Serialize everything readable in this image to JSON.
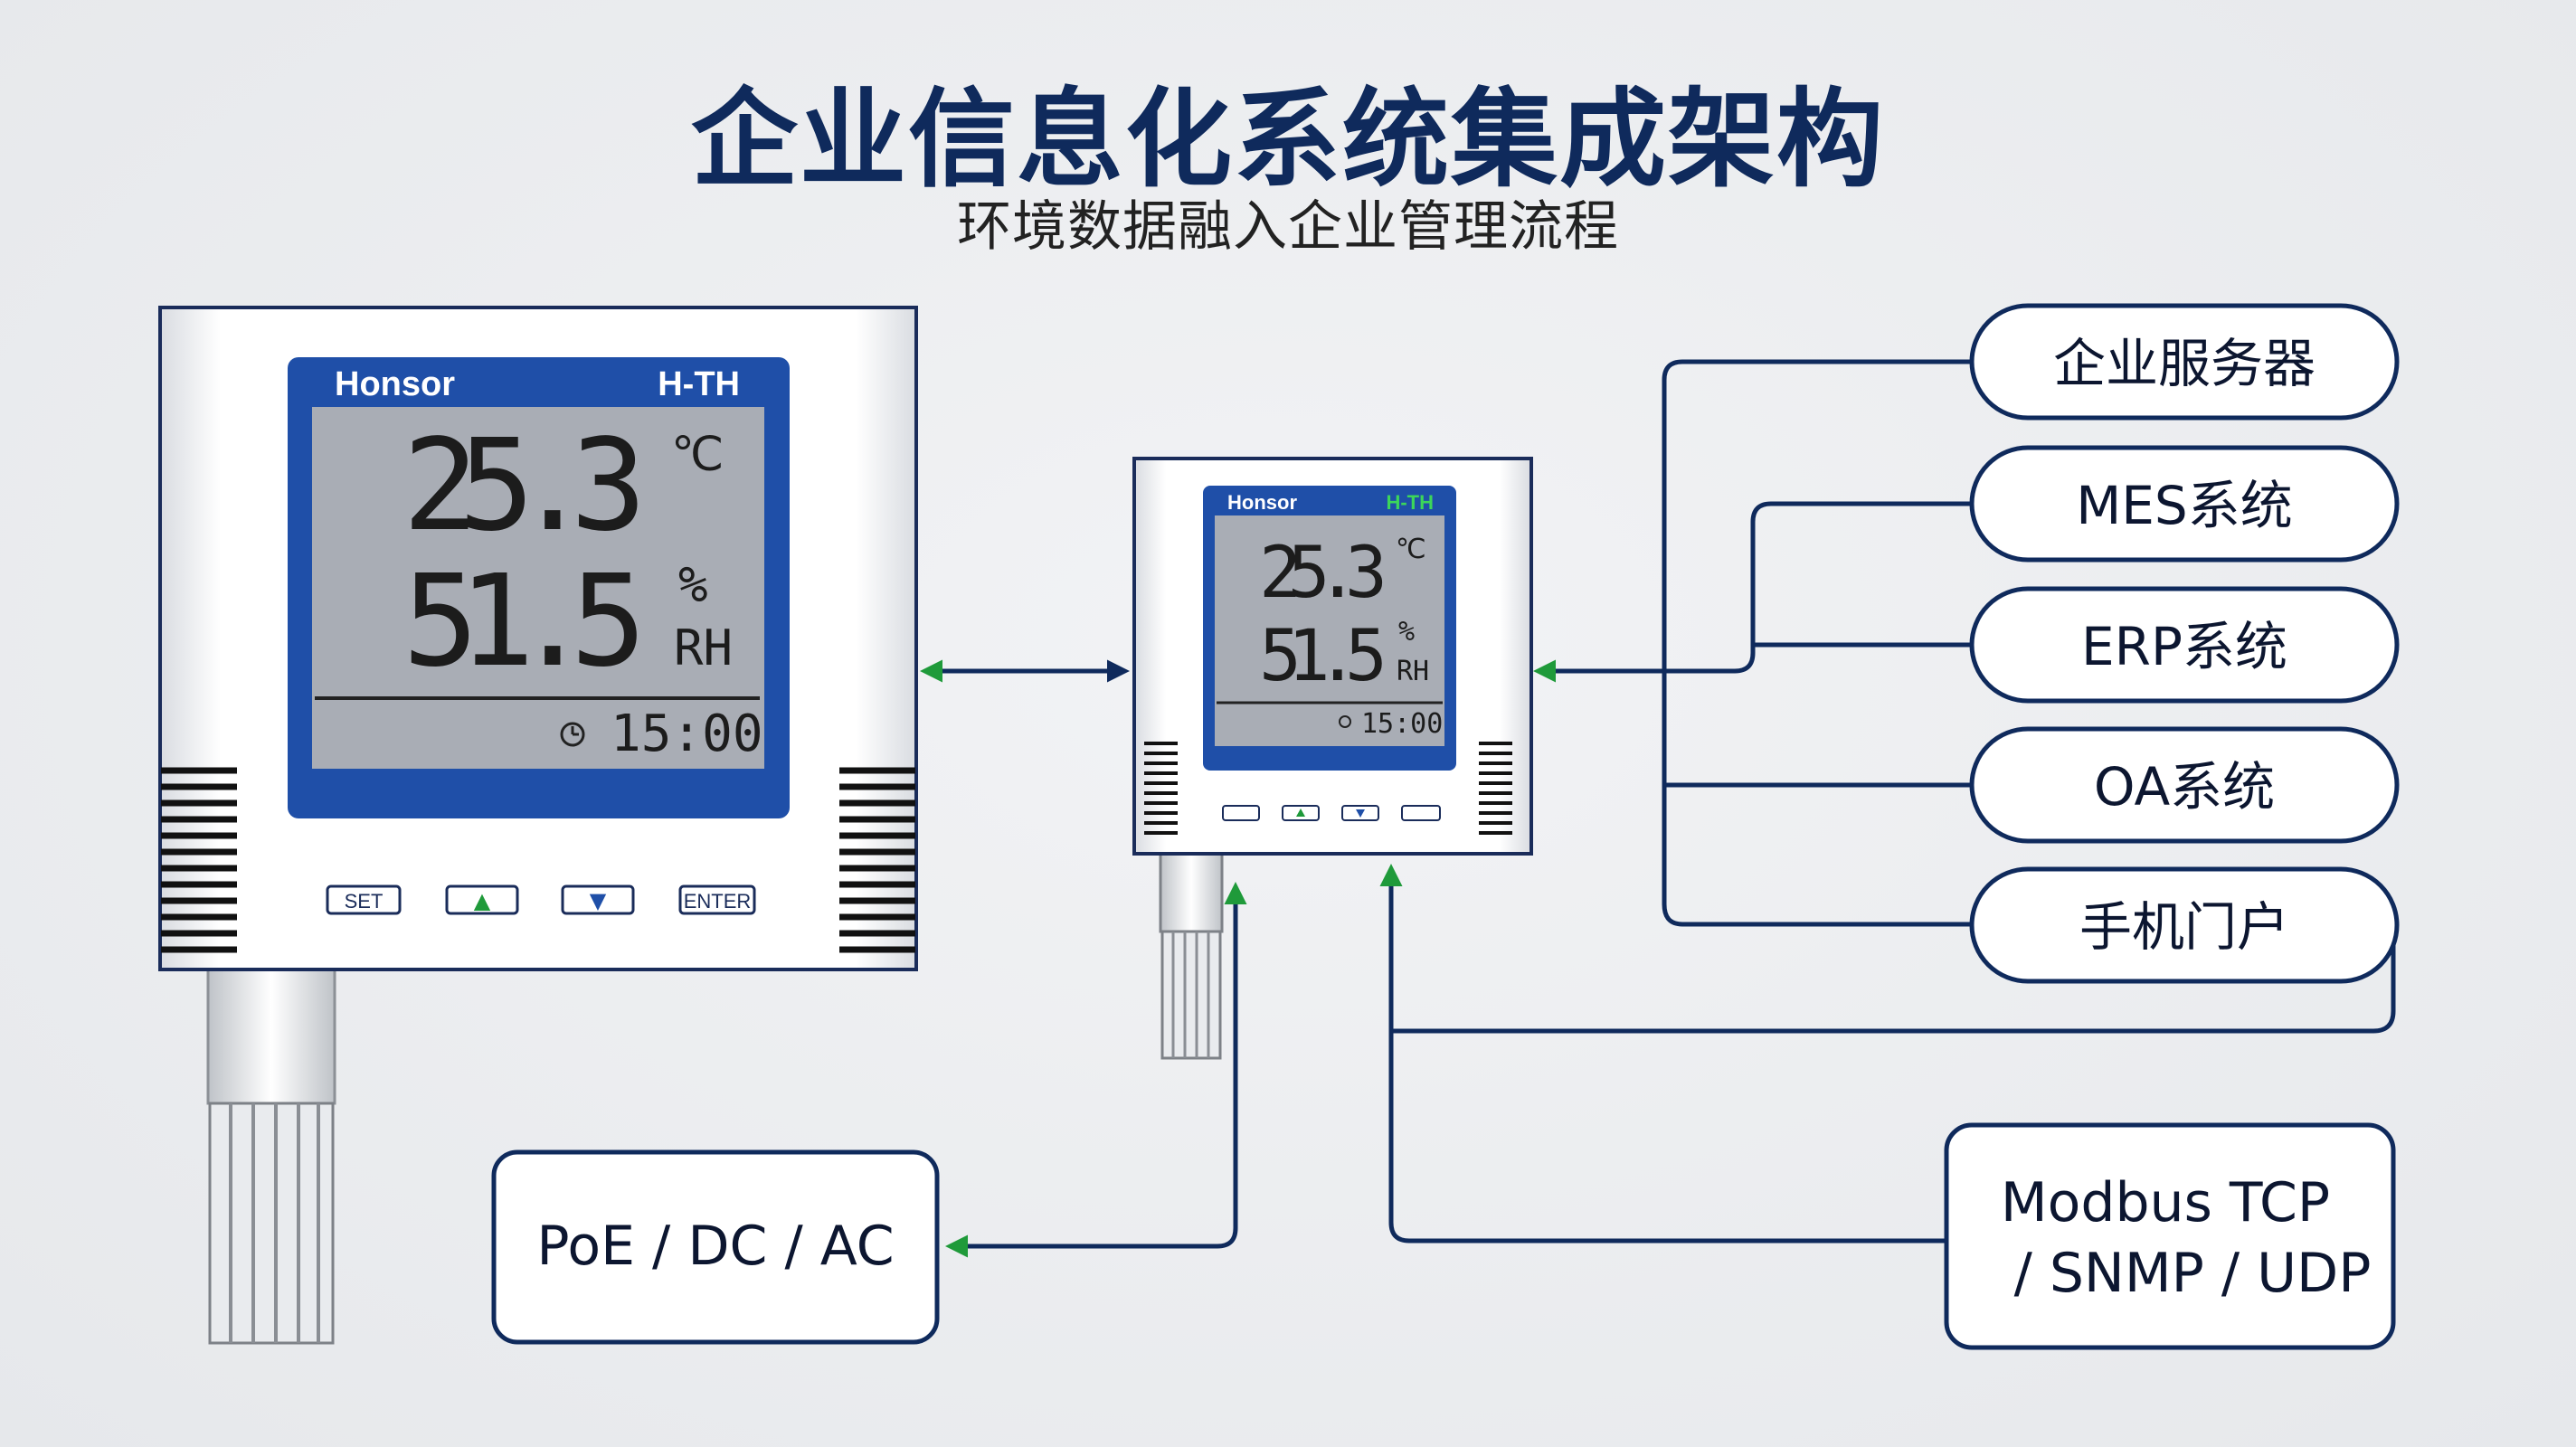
{
  "title": "企业信息化系统集成架构",
  "subtitle": "环境数据融入企业管理流程",
  "device_large": {
    "brand": "Honsor",
    "model": "H-TH",
    "temperature": "25.3",
    "temp_unit": "℃",
    "humidity": "51.5",
    "humidity_unit_pct": "%",
    "humidity_unit_rh": "RH",
    "time": "15:00",
    "buttons": [
      "SET",
      "▲",
      "▼",
      "ENTER"
    ]
  },
  "device_small": {
    "brand": "Honsor",
    "model": "H-TH",
    "temperature": "25.3",
    "temp_unit": "℃",
    "humidity": "51.5",
    "humidity_unit_pct": "%",
    "humidity_unit_rh": "RH",
    "time": "15:00"
  },
  "systems": [
    {
      "name": "企业服务器"
    },
    {
      "name": "MES系统"
    },
    {
      "name": "ERP系统"
    },
    {
      "name": "OA系统"
    },
    {
      "name": "手机门户"
    }
  ],
  "power_box": "PoE / DC / AC",
  "protocol_box": {
    "line1": "Modbus TCP",
    "line2": "/ SNMP / UDP"
  },
  "colors": {
    "navy": "#0f2a5c",
    "arrow_green": "#1f9a3a",
    "lcd_bezel": "#1f4fa8",
    "lcd_screen": "#a9adb5",
    "model_green_small": "#3cd65a"
  }
}
